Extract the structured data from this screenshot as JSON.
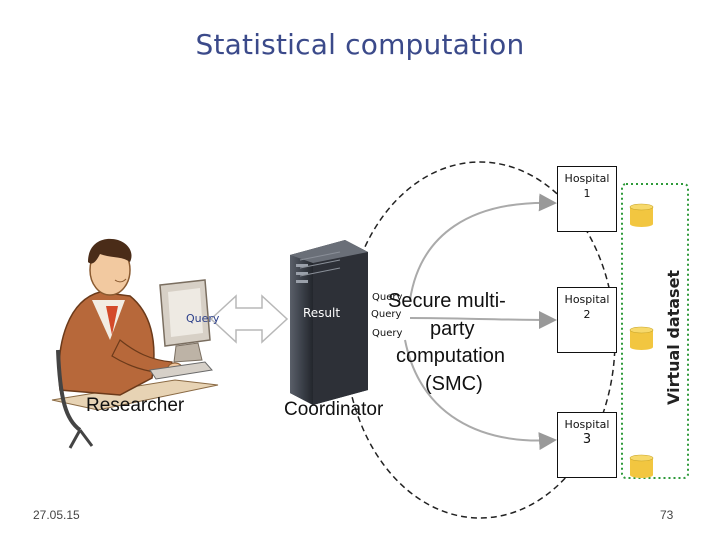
{
  "title": "Statistical computation",
  "researcher": {
    "label": "Researcher",
    "arrow_label": "Query"
  },
  "coordinator": {
    "label": "Coordinator",
    "result_label": "Result"
  },
  "queries": [
    "Query",
    "Query",
    "Query"
  ],
  "smc": {
    "line1": "Secure multi-",
    "line2": "party",
    "line3": "computation",
    "line4": "(SMC)"
  },
  "hospitals": [
    {
      "name": "Hospital",
      "num": "1"
    },
    {
      "name": "Hospital",
      "num": "2"
    },
    {
      "name": "Hospital",
      "num": "3"
    }
  ],
  "virtual_dataset": "Virtual dataset",
  "footer": {
    "date": "27.05.15",
    "page": "73"
  },
  "colors": {
    "title": "#3b4a8a",
    "dotted_box": "#2e9a3a",
    "db": "#f2c640"
  }
}
